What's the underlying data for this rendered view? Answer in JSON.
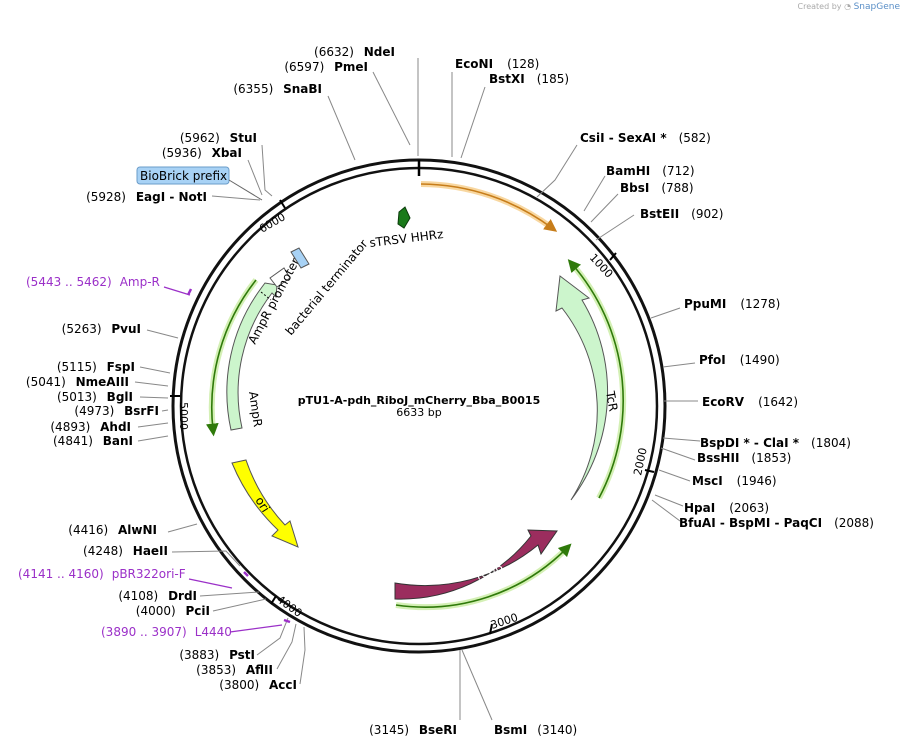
{
  "credit": {
    "prefix": "Created by",
    "brand": "SnapGene"
  },
  "plasmid": {
    "name": "pTU1-A-pdh_RiboJ_mCherry_Bba_B0015",
    "size_label": "6633 bp",
    "length": 6633
  },
  "ticks": [
    "1000",
    "2000",
    "3000",
    "4000",
    "5000",
    "6000"
  ],
  "sites": [
    {
      "pos": "(6632)",
      "name": "NdeI"
    },
    {
      "pos": "(6597)",
      "name": "PmeI"
    },
    {
      "pos": "(6355)",
      "name": "SnaBI"
    },
    {
      "pos": "(5962)",
      "name": "StuI"
    },
    {
      "pos": "(5936)",
      "name": "XbaI"
    },
    {
      "pos": "(5928)",
      "name": "EagI  -  NotI"
    },
    {
      "pos": "(5263)",
      "name": "PvuI"
    },
    {
      "pos": "(5115)",
      "name": "FspI"
    },
    {
      "pos": "(5041)",
      "name": "NmeAIII"
    },
    {
      "pos": "(5013)",
      "name": "BglI"
    },
    {
      "pos": "(4973)",
      "name": "BsrFI"
    },
    {
      "pos": "(4893)",
      "name": "AhdI"
    },
    {
      "pos": "(4841)",
      "name": "BanI"
    },
    {
      "pos": "(4416)",
      "name": "AlwNI"
    },
    {
      "pos": "(4248)",
      "name": "HaeII"
    },
    {
      "pos": "(4108)",
      "name": "DrdI"
    },
    {
      "pos": "(4000)",
      "name": "PciI"
    },
    {
      "pos": "(3883)",
      "name": "PstI"
    },
    {
      "pos": "(3853)",
      "name": "AflII"
    },
    {
      "pos": "(3800)",
      "name": "AccI"
    },
    {
      "pos": "(3145)",
      "name": "BseRI"
    },
    {
      "pos": "(3140)",
      "name": "BsmI"
    },
    {
      "pos": "(128)",
      "name": "EcoNI"
    },
    {
      "pos": "(185)",
      "name": "BstXI"
    },
    {
      "pos": "(582)",
      "name": "CsiI  -  SexAI *"
    },
    {
      "pos": "(712)",
      "name": "BamHI"
    },
    {
      "pos": "(788)",
      "name": "BbsI"
    },
    {
      "pos": "(902)",
      "name": "BstEII"
    },
    {
      "pos": "(1278)",
      "name": "PpuMI"
    },
    {
      "pos": "(1490)",
      "name": "PfoI"
    },
    {
      "pos": "(1642)",
      "name": "EcoRV"
    },
    {
      "pos": "(1804)",
      "name": "BspDI *  -  ClaI *"
    },
    {
      "pos": "(1853)",
      "name": "BssHII"
    },
    {
      "pos": "(1946)",
      "name": "MscI"
    },
    {
      "pos": "(2063)",
      "name": "HpaI"
    },
    {
      "pos": "(2088)",
      "name": "BfuAI  -  BspMI  -  PaqCI"
    }
  ],
  "primers": [
    {
      "name": "Amp-R",
      "range": "(5443 .. 5462)"
    },
    {
      "name": "pBR322ori-F",
      "range": "(4141 .. 4160)"
    },
    {
      "name": "L4440",
      "range": "(3890 .. 3907)"
    }
  ],
  "features": {
    "biobrick_prefix": "BioBrick prefix",
    "sTRSV": "sTRSV HHRz",
    "bacterial_terminator": "bacterial terminator",
    "AmpR_promoter": "AmpR promoter",
    "AmpR": "AmpR",
    "ori": "ori",
    "repB": "repB",
    "TcR": "TcR"
  },
  "colors": {
    "AmpR": "#ccf5cc",
    "ori": "#ffff00",
    "repB": "#9b2d5e",
    "TcR": "#ccf5cc",
    "sTRSV": "#1a7a1a",
    "primer": "#9b30c8",
    "orf_orange": "#f3b24d",
    "orf_green": "#9ed85a",
    "biobrick": "#a8d2f5"
  }
}
